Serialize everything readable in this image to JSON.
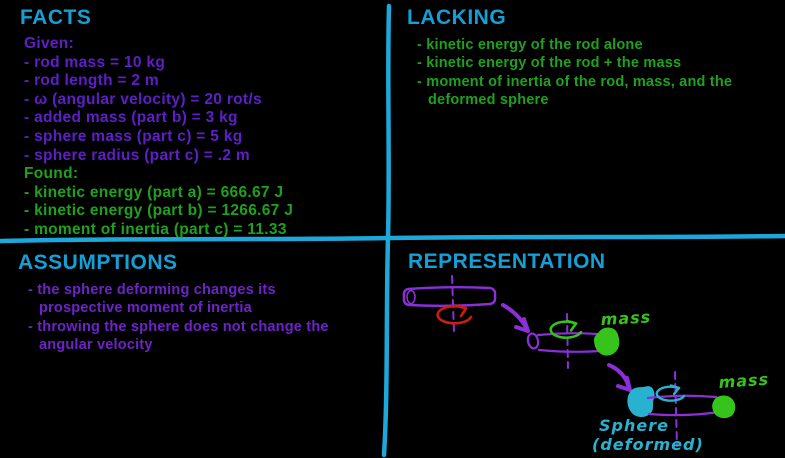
{
  "colors": {
    "background": "#000000",
    "heading": "#149fd6",
    "divider": "#1ca8da",
    "facts_purple": "#5e1fc9",
    "assumptions_purple": "#6e23c9",
    "green": "#1ea21e",
    "draw_purple": "#8b2fd9",
    "draw_red": "#cc1d10",
    "draw_green": "#35c31c",
    "draw_cyan": "#28b2cf"
  },
  "facts": {
    "title": "FACTS",
    "given_label": "Given:",
    "given_items": [
      "- rod mass = 10 kg",
      "- rod length = 2 m",
      "- ω (angular velocity) = 20 rot/s",
      "- added mass (part b) = 3 kg",
      "- sphere mass (part c) = 5 kg",
      "- sphere radius (part c) = .2 m"
    ],
    "found_label": "Found:",
    "found_items": [
      "- kinetic energy (part a) = 666.67 J",
      "- kinetic energy (part b) = 1266.67 J",
      "- moment of inertia (part c) = 11.33"
    ]
  },
  "lacking": {
    "title": "LACKING",
    "items": [
      "- kinetic energy of the rod alone",
      "- kinetic energy of the rod + the mass",
      "- moment of inertia of the rod, mass, and the deformed sphere"
    ]
  },
  "assumptions": {
    "title": "ASSUMPTIONS",
    "items": [
      "- the sphere deforming changes its prospective moment of inertia",
      "- throwing the sphere does not change the angular velocity"
    ]
  },
  "representation": {
    "title": "REPRESENTATION",
    "labels": {
      "mass_middle": "mass",
      "mass_bottom": "mass",
      "sphere_line1": "Sphere",
      "sphere_line2": "(deformed)"
    }
  }
}
